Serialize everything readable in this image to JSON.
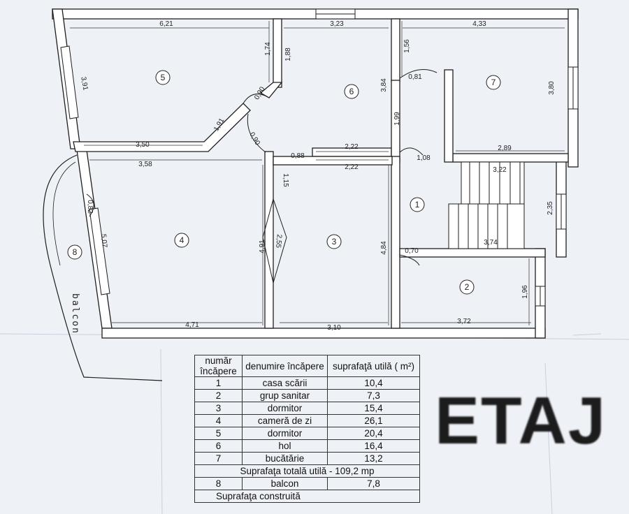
{
  "plan": {
    "rooms": [
      {
        "num": "1"
      },
      {
        "num": "2"
      },
      {
        "num": "3"
      },
      {
        "num": "4"
      },
      {
        "num": "5"
      },
      {
        "num": "6"
      },
      {
        "num": "7"
      },
      {
        "num": "8"
      }
    ],
    "balcony_word": "balcon",
    "dimensions": [
      "6,21",
      "1,74",
      "1,88",
      "3,23",
      "1,56",
      "4,33",
      "3,91",
      "0,90",
      "3,84",
      "0,81",
      "3,80",
      "1,91",
      "1,99",
      "3,50",
      "0,90",
      "2,22",
      "2,22",
      "2,89",
      "0,88",
      "1,08",
      "3,22",
      "3,58",
      "1,15",
      "0,82",
      "2,35",
      "5,07",
      "2,55",
      "4,91",
      "4,84",
      "3,74",
      "0,70",
      "1,96",
      "4,71",
      "3,10",
      "3,72"
    ]
  },
  "table": {
    "headers": [
      "număr încăpere",
      "denumire încăpere",
      "suprafaţă utilă ( m²)"
    ],
    "rows": [
      {
        "num": "1",
        "name": "casa scării",
        "area": "10,4"
      },
      {
        "num": "2",
        "name": "grup sanitar",
        "area": "7,3"
      },
      {
        "num": "3",
        "name": "dormitor",
        "area": "15,4"
      },
      {
        "num": "4",
        "name": "cameră de zi",
        "area": "26,1"
      },
      {
        "num": "5",
        "name": "dormitor",
        "area": "20,4"
      },
      {
        "num": "6",
        "name": "hol",
        "area": "16,4"
      },
      {
        "num": "7",
        "name": "bucătărie",
        "area": "13,2"
      }
    ],
    "total": "Suprafaţa totală utilă  -  109,2 mp",
    "balcony_row": {
      "num": "8",
      "name": "balcon",
      "area": "7,8"
    },
    "last_row_partial": "Suprafaţa construită"
  },
  "title": "ETAJ",
  "colors": {
    "paper": "#eef1f6",
    "wall_fill": "#ffffff",
    "ink": "#222222"
  }
}
